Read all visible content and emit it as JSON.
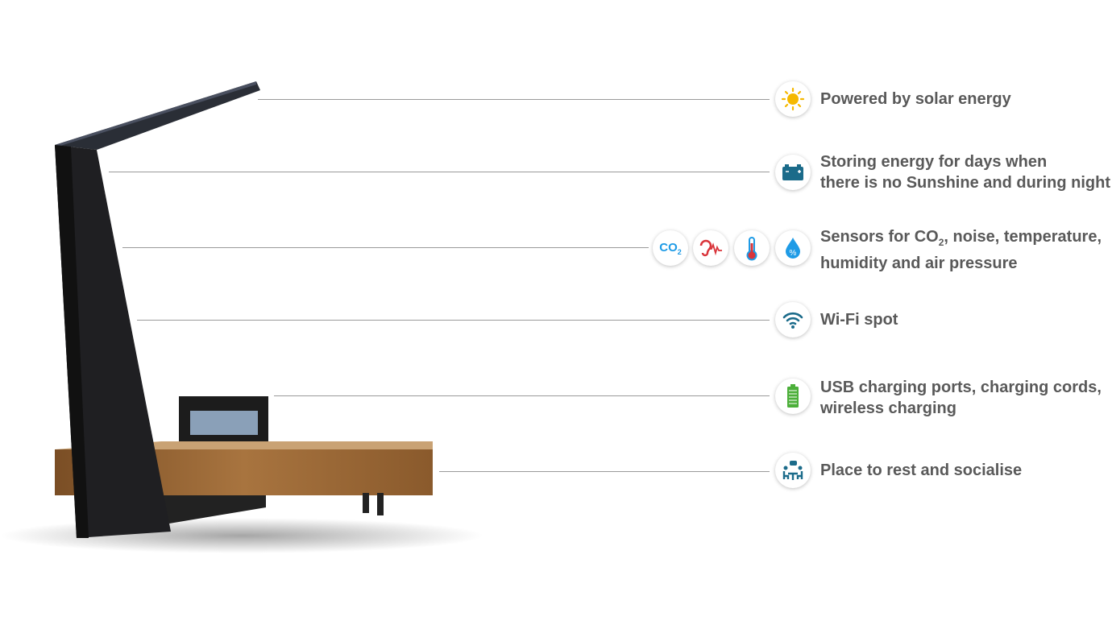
{
  "features": [
    {
      "icon": "sun-icon",
      "lines": [
        "Powered by solar energy"
      ]
    },
    {
      "icon": "battery-storage-icon",
      "lines": [
        "Storing energy for days when",
        "there is no Sunshine and during night"
      ]
    },
    {
      "icon": "sensors",
      "lines": [
        "Sensors for CO",
        "2",
        ", noise, temperature,",
        "humidity and air pressure"
      ]
    },
    {
      "icon": "wifi-icon",
      "lines": [
        "Wi-Fi spot"
      ]
    },
    {
      "icon": "charging-battery-icon",
      "lines": [
        "USB charging ports, charging cords,",
        "wireless charging"
      ]
    },
    {
      "icon": "people-talking-icon",
      "lines": [
        "Place to rest and socialise"
      ]
    }
  ],
  "sensor_icons": {
    "co2_label": "CO",
    "co2_sub": "2",
    "humidity_label": "%"
  },
  "colors": {
    "sun": "#f5b800",
    "teal": "#1b6b8a",
    "blue": "#1e9be6",
    "red": "#d9343a",
    "green": "#4caf3a",
    "text": "#595959"
  }
}
